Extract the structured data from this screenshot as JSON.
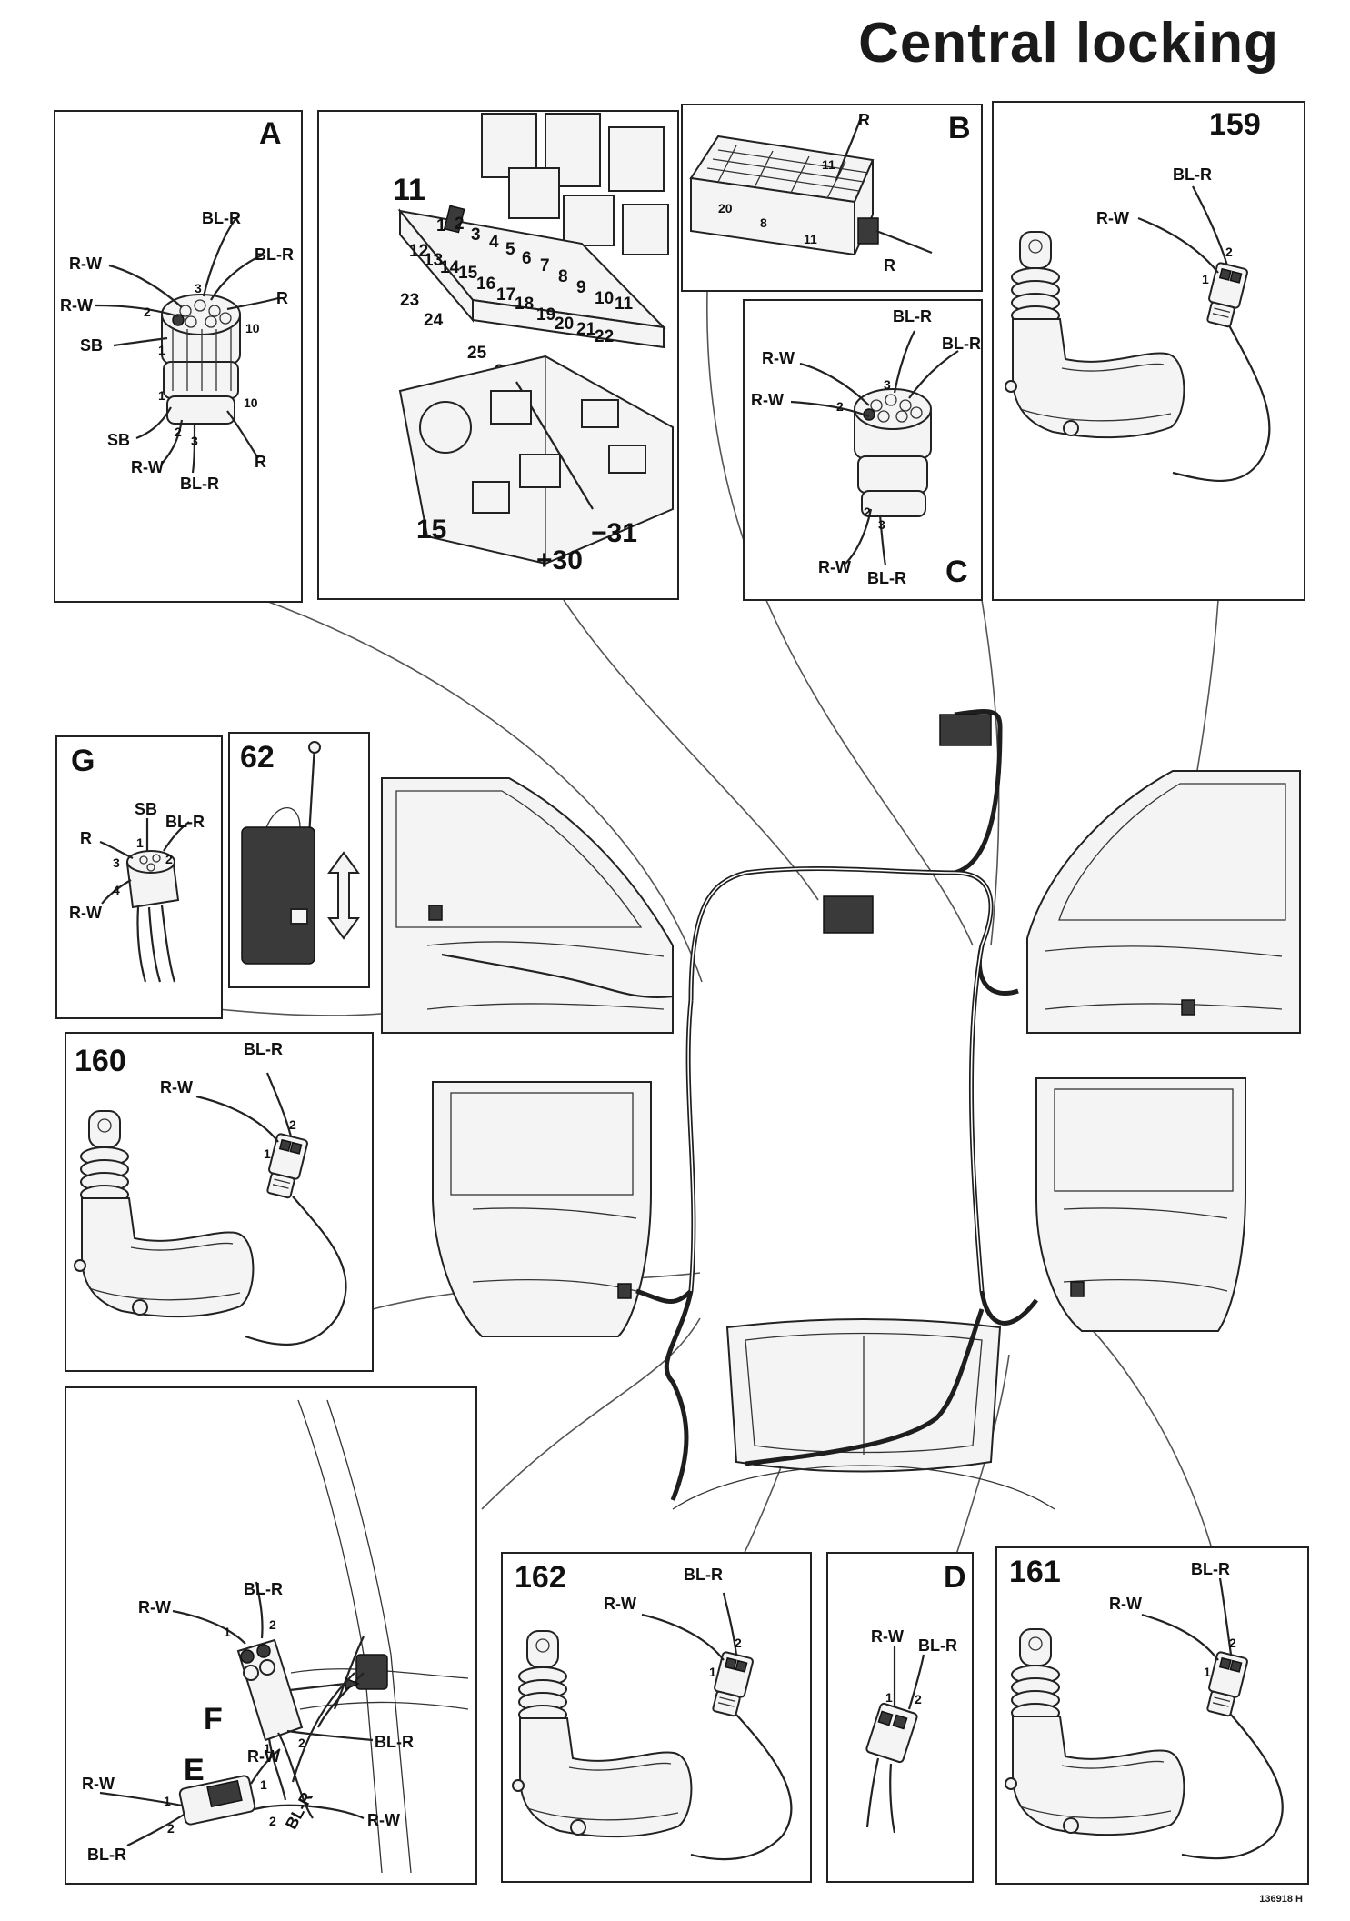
{
  "title": "Central locking",
  "reference": "136918 H",
  "panels": {
    "A": {
      "label": "A",
      "wires": [
        "BL-R",
        "BL-R",
        "R-W",
        "R-W",
        "R",
        "SB",
        "SB",
        "R-W",
        "BL-R",
        "R"
      ],
      "pins": [
        "3",
        "2",
        "10",
        "1",
        "1",
        "2",
        "3",
        "10"
      ]
    },
    "fusebox": {
      "label": "11",
      "fuses": [
        "1",
        "2",
        "3",
        "4",
        "5",
        "6",
        "7",
        "8",
        "9",
        "10",
        "11",
        "12",
        "13",
        "14",
        "15",
        "16",
        "17",
        "18",
        "19",
        "20",
        "21",
        "22",
        "23",
        "24",
        "25",
        "26"
      ],
      "terminals": [
        "15",
        "+30",
        "−31"
      ]
    },
    "B": {
      "label": "B",
      "wires": [
        "R",
        "R"
      ],
      "pins": [
        "11",
        "20",
        "8",
        "11"
      ]
    },
    "C": {
      "label": "C",
      "wires": [
        "BL-R",
        "R-W",
        "BL-R",
        "R-W",
        "R-W",
        "BL-R"
      ],
      "pins": [
        "3",
        "2",
        "2",
        "3"
      ]
    },
    "p159": {
      "label": "159",
      "wires": [
        "BL-R",
        "R-W"
      ],
      "pins": [
        "2",
        "1"
      ]
    },
    "G": {
      "label": "G",
      "wires": [
        "SB",
        "BL-R",
        "R",
        "R-W"
      ],
      "pins": [
        "1",
        "2",
        "3",
        "4"
      ]
    },
    "p62": {
      "label": "62"
    },
    "p160": {
      "label": "160",
      "wires": [
        "BL-R",
        "R-W"
      ],
      "pins": [
        "2",
        "1"
      ]
    },
    "FE": {
      "labelF": "F",
      "labelE": "E",
      "wires": [
        "BL-R",
        "R-W",
        "BL-R",
        "R-W",
        "R-W",
        "R-W",
        "BL-R",
        "BL-R"
      ],
      "pins": [
        "1",
        "2",
        "2",
        "1",
        "1",
        "1",
        "2",
        "2"
      ]
    },
    "p162": {
      "label": "162",
      "wires": [
        "BL-R",
        "R-W"
      ],
      "pins": [
        "2",
        "1"
      ]
    },
    "D": {
      "label": "D",
      "wires": [
        "R-W",
        "BL-R"
      ],
      "pins": [
        "1",
        "2"
      ]
    },
    "p161": {
      "label": "161",
      "wires": [
        "BL-R",
        "R-W"
      ],
      "pins": [
        "2",
        "1"
      ]
    }
  }
}
